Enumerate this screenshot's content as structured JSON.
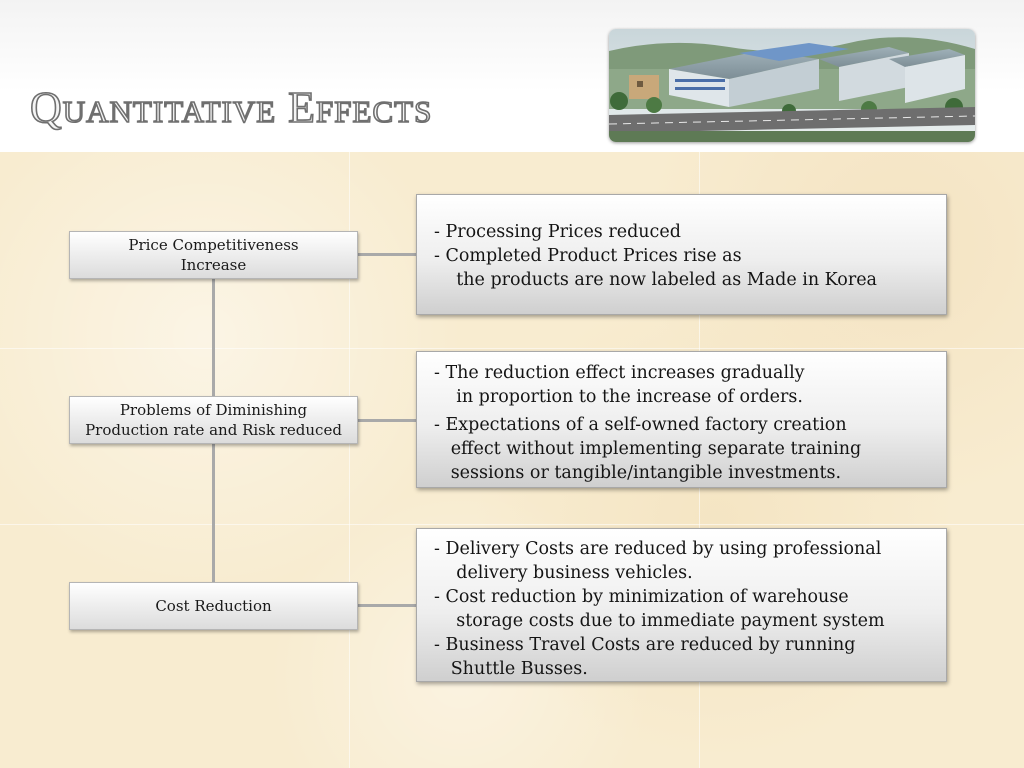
{
  "slide": {
    "title": "Quantitative Effects"
  },
  "photo": {
    "icon": "factory-building-photo"
  },
  "colors": {
    "background": "#f8ecd0",
    "box_fill_top": "#ffffff",
    "box_fill_bottom": "#d6d6d6",
    "title_outline": "#6f6f6f",
    "connector": "#a9a9a9"
  },
  "categories": [
    {
      "label_lines": [
        "Price Competitiveness",
        "Increase"
      ],
      "details": [
        "- Processing Prices reduced",
        "- Completed Product Prices rise as",
        "    the products are now labeled as Made in Korea"
      ]
    },
    {
      "label_lines": [
        "Problems of Diminishing",
        "Production rate and Risk reduced"
      ],
      "details": [
        "- The reduction effect increases gradually",
        "    in proportion to the increase of orders.",
        "- Expectations of a self-owned factory creation",
        "   effect without implementing separate training",
        "   sessions or tangible/intangible investments."
      ]
    },
    {
      "label_lines": [
        "Cost Reduction"
      ],
      "details": [
        "- Delivery Costs are reduced by using professional",
        "    delivery business vehicles.",
        "- Cost reduction by minimization of warehouse",
        "    storage costs due to immediate payment system",
        "- Business Travel Costs are reduced by running",
        "   Shuttle Busses."
      ]
    }
  ]
}
